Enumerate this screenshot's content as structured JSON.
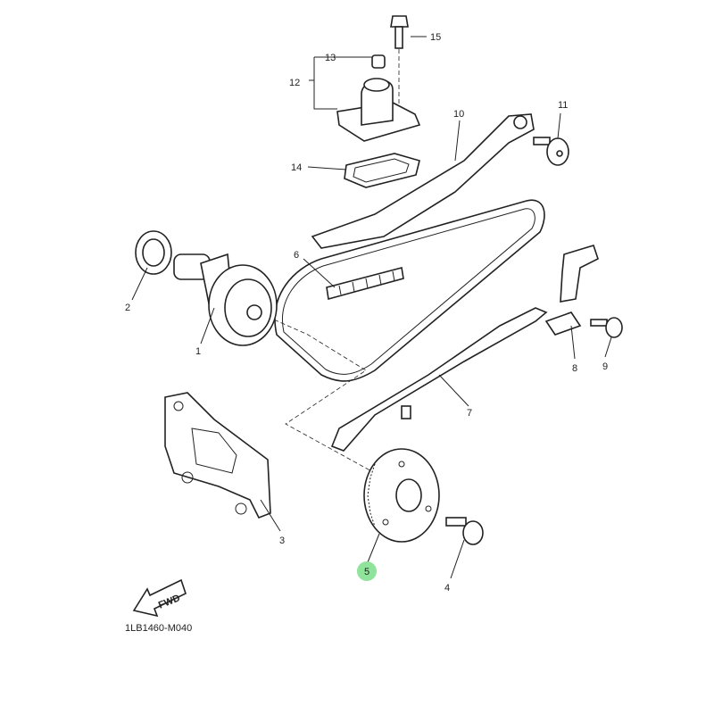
{
  "diagram_code": "1LB1460-M040",
  "fwd_label": "FWD",
  "highlight_color": "#8fe39a",
  "callouts": {
    "p1": "1",
    "p2": "2",
    "p3": "3",
    "p4": "4",
    "p5": "5",
    "p6": "6",
    "p7": "7",
    "p8": "8",
    "p9": "9",
    "p10": "10",
    "p11": "11",
    "p12": "12",
    "p13": "13",
    "p14": "14",
    "p15": "15"
  }
}
